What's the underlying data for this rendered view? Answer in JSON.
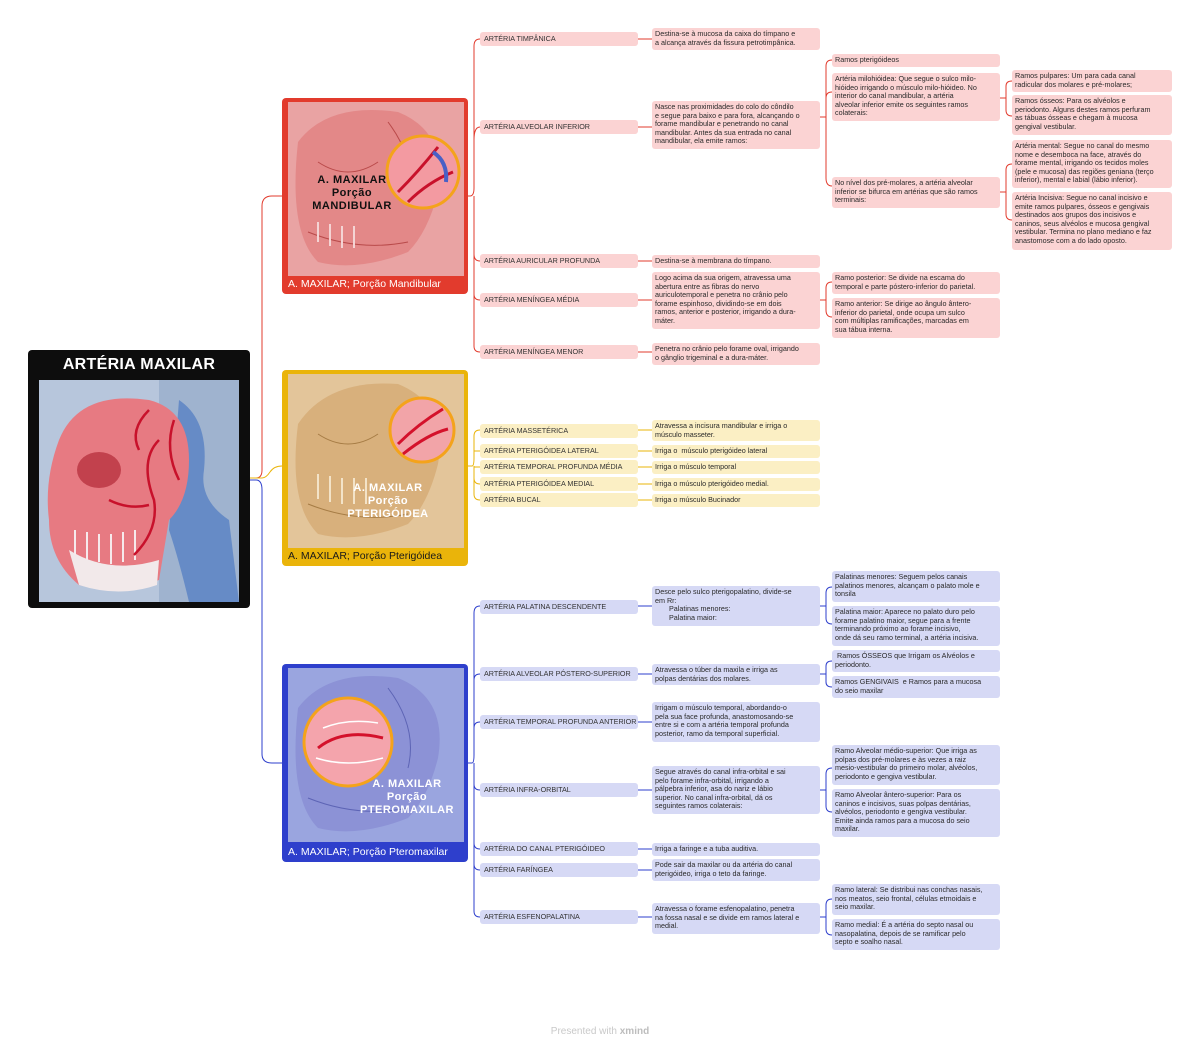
{
  "root": {
    "title": "ARTÉRIA MAXILAR"
  },
  "colors": {
    "red": "#e23b2d",
    "yellow": "#eab40a",
    "blue": "#2e3fcc",
    "red_fill": "#fbd3d3",
    "yellow_fill": "#fbefc4",
    "blue_fill": "#d6d9f5"
  },
  "mandibular": {
    "caption": "A. MAXILAR; Porção Mandibular",
    "overlay": "A. MAXILAR\nPorção\nMANDIBULAR",
    "nodes": [
      {
        "label": "ARTÉRIA TIMPÂNICA",
        "desc": "Destina-se à mucosa da caixa do tímpano e\na alcança através da fissura petrotimpânica."
      },
      {
        "label": "ARTÉRIA ALVEOLAR INFERIOR",
        "desc": "Nasce nas proximidades do colo do côndilo\ne segue para baixo e para fora, alcançando o\nforame mandibular e penetrando no canal\nmandibular. Antes da sua entrada no canal\nmandibular, ela emite ramos:"
      },
      {
        "label": "ARTÉRIA AURICULAR PROFUNDA",
        "desc": "Destina-se à membrana do tímpano."
      },
      {
        "label": "ARTÉRIA MENÍNGEA MÉDIA",
        "desc": "Logo acima da sua origem, atravessa uma\nabertura entre as fibras do nervo\nauriculotemporal e penetra no crânio pelo\nforame espinhoso, dividindo-se em dois\nramos, anterior e posterior, irrigando a dura-\nmáter."
      },
      {
        "label": "ARTÉRIA MENÍNGEA MENOR",
        "desc": "Penetra no crânio pelo forame oval, irrigando\no gânglio trigeminal e a dura-máter."
      }
    ],
    "alveolar_sub": [
      "Ramos pterigóideos",
      "Artéria milohióidea: Que segue o sulco milo-\nhióideo irrigando o músculo milo-hióideo. No\ninterior do canal mandibular, a artéria\nalveolar inferior emite os seguintes ramos\ncolaterais:",
      "No nível dos pré-molares, a artéria alveolar\ninferior se bifurca em artérias que são ramos\nterminais:"
    ],
    "milo_sub": [
      "Ramos pulpares: Um para cada canal\nradicular dos molares e pré-molares;",
      "Ramos ósseos: Para os alvéolos e\nperiodonto. Alguns destes ramos perfuram\nas tábuas ósseas e chegam à mucosa\ngengival vestibular."
    ],
    "premolar_sub": [
      "Artéria mental: Segue no canal do mesmo\nnome e desemboca na face, através do\nforame mental, irrigando os tecidos moles\n(pele e mucosa) das regiões geniana (terço\ninferior), mental e labial (lábio inferior).",
      "Artéria Incisiva: Segue no canal incisivo e\nemite ramos pulpares, ósseos e gengivais\ndestinados aos grupos dos incisivos e\ncaninos, seus alvéolos e mucosa gengival\nvestibular. Termina no plano mediano e faz\nanastomose com a do lado oposto."
    ],
    "meningea_sub": [
      "Ramo posterior: Se divide na escama do\ntemporal e parte póstero-inferior do parietal.",
      "Ramo anterior: Se dirige ao ângulo ântero-\ninferior do parietal, onde ocupa um sulco\ncom múltiplas ramificações, marcadas em\nsua tábua interna."
    ]
  },
  "pterigoidea": {
    "caption": "A. MAXILAR; Porção Pterigóidea",
    "overlay": "A. MAXILAR\nPorção\nPTERIGÓIDEA",
    "nodes": [
      {
        "label": "ARTÉRIA MASSETÉRICA",
        "desc": "Atravessa a incisura mandibular e irriga o\nmúsculo masseter."
      },
      {
        "label": "ARTÉRIA PTERIGÓIDEA LATERAL",
        "desc": "Irriga o  músculo pterigóideo lateral"
      },
      {
        "label": "ARTÉRIA TEMPORAL PROFUNDA MÉDIA",
        "desc": "Irriga o músculo temporal"
      },
      {
        "label": "ARTÉRIA PTERIGÓIDEA MEDIAL",
        "desc": "Irriga o músculo pterigóideo medial."
      },
      {
        "label": "ARTÉRIA BUCAL",
        "desc": "Irriga o músculo Bucinador"
      }
    ]
  },
  "pteromaxilar": {
    "caption": "A. MAXILAR; Porção Pteromaxilar",
    "overlay": "A. MAXILAR\nPorção\nPTEROMAXILAR",
    "nodes": [
      {
        "label": "ARTÉRIA PALATINA DESCENDENTE",
        "desc": "Desce pelo sulco pterigopalatino, divide-se\nem Rr:\n       Palatinas menores:\n       Palatina maior:"
      },
      {
        "label": "ARTÉRIA ALVEOLAR PÓSTERO-SUPERIOR",
        "desc": "Atravessa o túber da maxila e irriga as\npolpas dentárias dos molares."
      },
      {
        "label": "ARTÉRIA TEMPORAL PROFUNDA ANTERIOR",
        "desc": "Irrigam o músculo temporal, abordando-o\npela sua face profunda, anastomosando-se\nentre si e com a artéria temporal profunda\nposterior, ramo da temporal superficial."
      },
      {
        "label": "ARTÉRIA INFRA-ORBITAL",
        "desc": "Segue através do canal infra-orbital e sai\npelo forame infra-orbital, irrigando a\npálpebra inferior, asa do nariz e lábio\nsuperior. No canal infra-orbital, dá os\nseguintes ramos colaterais:"
      },
      {
        "label": "ARTÉRIA DO CANAL PTERIGÓIDEO",
        "desc": "Irriga a faringe e a tuba auditiva."
      },
      {
        "label": "ARTÉRIA FARÍNGEA",
        "desc": "Pode sair da maxilar ou da artéria do canal\npterigóideo, irriga o teto da faringe."
      },
      {
        "label": "ARTÉRIA ESFENOPALATINA",
        "desc": "Atravessa o forame esfenopalatino, penetra\nna fossa nasal e se divide em ramos lateral e\nmedial."
      }
    ],
    "palatina_sub": [
      "Palatinas menores: Seguem pelos canais\npalatinos menores, alcançam o palato mole e\ntonsila",
      "Palatina maior: Aparece no palato duro pelo\nforame palatino maior, segue para a frente\nterminando próximo ao forame incisivo,\nonde dá seu ramo terminal, a artéria incisiva."
    ],
    "alveolar_sub": [
      " Ramos ÓSSEOS que Irrigam os Alvéolos e\nperiodonto.",
      "Ramos GENGIVAIS  e Ramos para a mucosa\ndo seio maxilar"
    ],
    "infra_sub": [
      "Ramo Alveolar médio-superior: Que irriga as\npolpas dos pré-molares e às vezes a raiz\nmesio-vestibular do primeiro molar, alvéolos,\nperiodonto e gengiva vestibular.",
      "Ramo Alveolar ântero-superior: Para os\ncaninos e incisivos, suas polpas dentárias,\nalvéolos, periodonto e gengiva vestibular.\nEmite ainda ramos para a mucosa do seio\nmaxilar."
    ],
    "esfeno_sub": [
      "Ramo lateral: Se distribui nas conchas nasais,\nnos meatos, seio frontal, células etmoidais e\nseio maxilar.",
      "Ramo medial: É a artéria do septo nasal ou\nnasopalatina, depois de se ramificar pelo\nsepto e soalho nasal."
    ]
  },
  "footer": {
    "prefix": "Presented with",
    "brand": "xmind"
  }
}
